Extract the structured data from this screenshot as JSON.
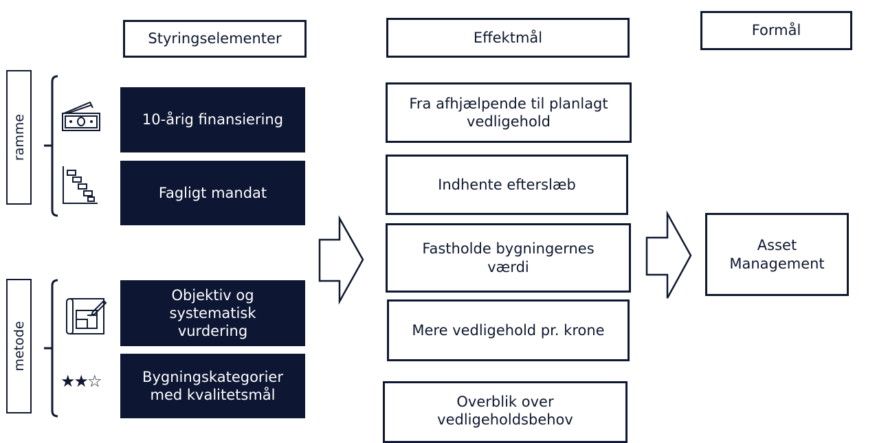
{
  "headers": {
    "styring": "Styringselementer",
    "effekt": "Effektmål",
    "formal": "Formål"
  },
  "groups": {
    "ramme": "ramme",
    "metode": "metode"
  },
  "elements": {
    "finansiering": "10-årig finansiering",
    "mandat": "Fagligt mandat",
    "vurdering": "Objektiv og systematisk vurdering",
    "kategorier": "Bygningskategorier med kvalitetsmål"
  },
  "effects": {
    "planlagt": "Fra afhjælpende til planlagt vedligehold",
    "efterslaeb": "Indhente efterslæb",
    "vaerdi": "Fastholde bygningernes værdi",
    "pr_krone": "Mere vedligehold pr. krone",
    "overblik": "Overblik over vedligeholdsbehov"
  },
  "purpose": {
    "asset": "Asset Management"
  },
  "icons": {
    "money": "money-icon",
    "gantt": "gantt-chart-icon",
    "blueprint": "blueprint-icon",
    "stars": "★★☆"
  },
  "colors": {
    "navy": "#0d1633",
    "stroke": "#0f1830"
  }
}
